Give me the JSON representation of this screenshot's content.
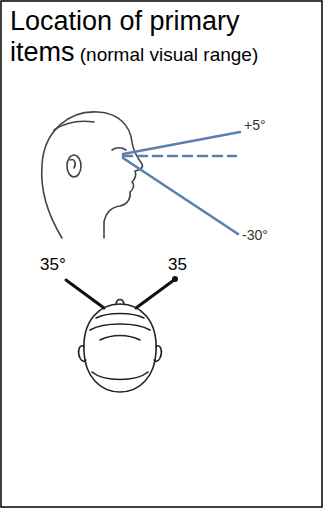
{
  "diagram": {
    "title": "Location of primary items",
    "labels": [
      "(normal visual range)",
      "+5°",
      "-30°",
      "35°",
      "35"
    ]
  }
}
